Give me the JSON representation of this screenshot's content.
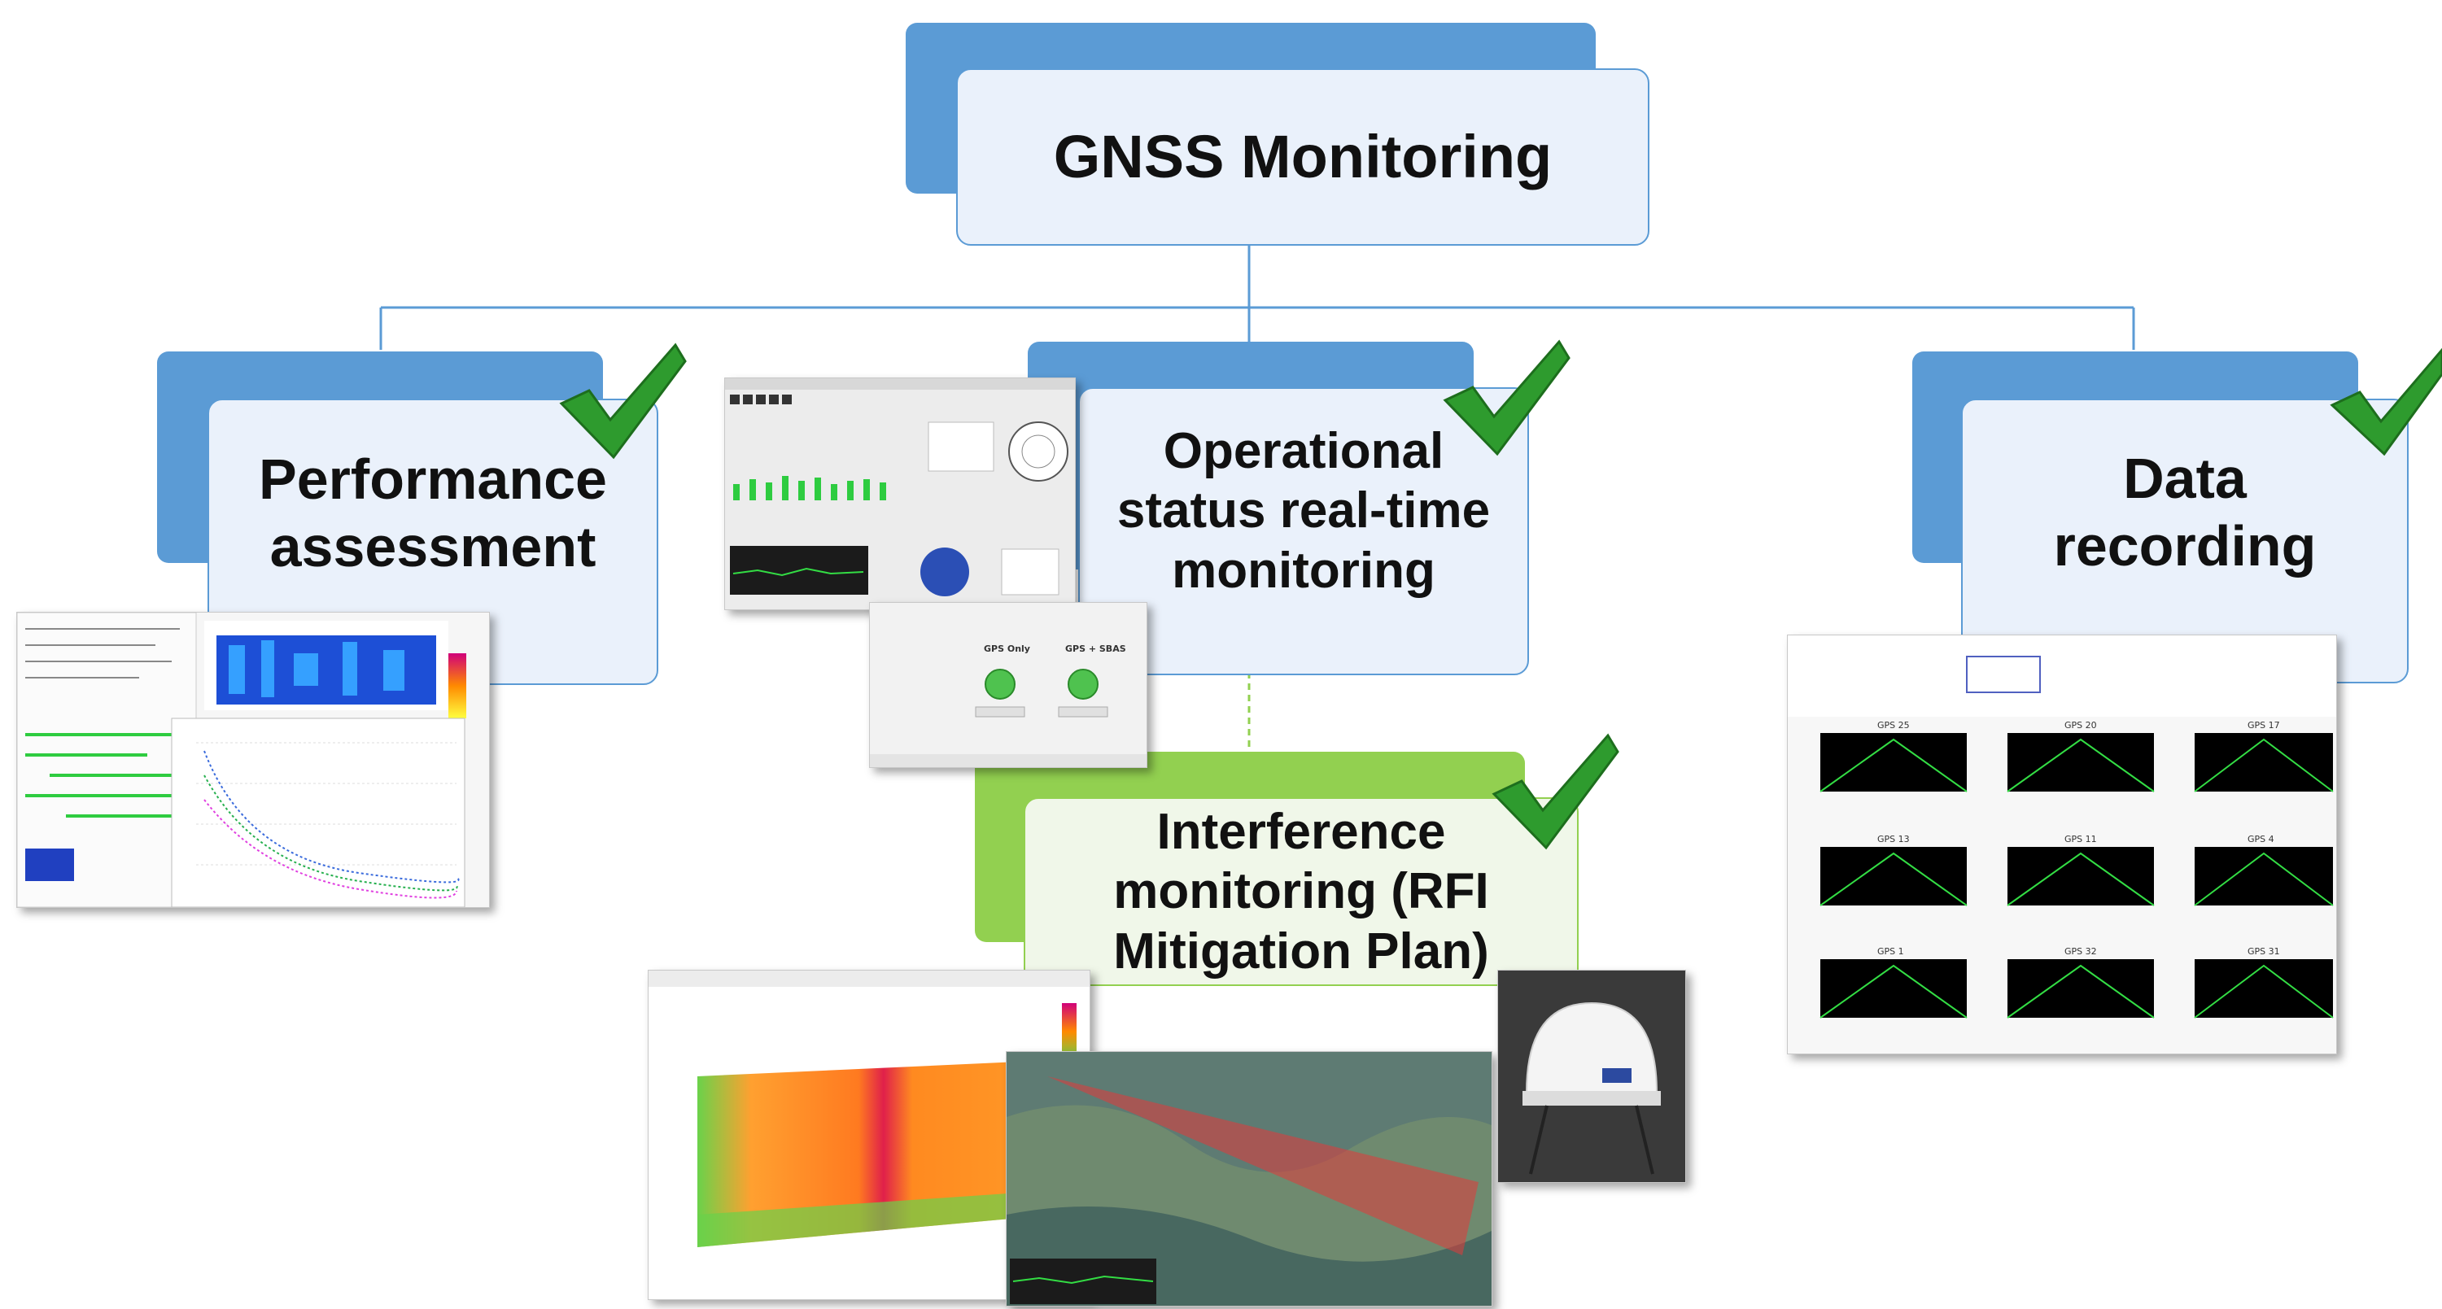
{
  "root": {
    "title": "GNSS Monitoring"
  },
  "nodes": [
    {
      "id": "performance",
      "line1": "Performance",
      "line2": "assessment",
      "checked": true
    },
    {
      "id": "operational",
      "line1": "Operational",
      "line2": "status real-time",
      "line3": "monitoring",
      "checked": true
    },
    {
      "id": "recording",
      "line1": "Data",
      "line2": "recording",
      "checked": true
    },
    {
      "id": "interference",
      "line1": "Interference",
      "line2": "monitoring (RFI",
      "line3": "Mitigation Plan)",
      "checked": true
    }
  ],
  "colors": {
    "blue": "#5b9bd5",
    "green": "#92d050",
    "check": "#2e9b2e"
  },
  "screenshots": {
    "status_panel": {
      "gps_only": "GPS Only",
      "gps_sbas": "GPS + SBAS"
    },
    "data_recording_grid": {
      "cells": [
        "GPS 25",
        "GPS 20",
        "GPS 17",
        "GPS 13",
        "GPS 11",
        "GPS 4",
        "GPS 1",
        "GPS 32",
        "GPS 31"
      ]
    }
  }
}
